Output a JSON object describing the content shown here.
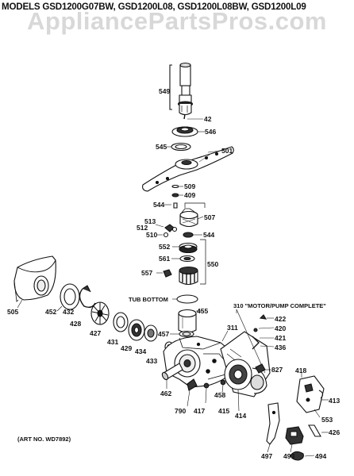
{
  "header": {
    "models": "MODELS GSD1200G07BW, GSD1200L08, GSD1200L08BW, GSD1200L09",
    "watermark": "AppliancePartsPros.com"
  },
  "labels": {
    "art_no": "(ART NO. WD7892)",
    "tub_bottom": "TUB BOTTOM",
    "motor_pump": "310 \"MOTOR/PUMP COMPLETE\""
  },
  "parts": {
    "p549": "549",
    "p42": "42",
    "p546": "546",
    "p545": "545",
    "p501": "501",
    "p509": "509",
    "p409": "409",
    "p544a": "544",
    "p507": "507",
    "p513": "513",
    "p512": "512",
    "p510": "510",
    "p544b": "544",
    "p552": "552",
    "p561": "561",
    "p550": "550",
    "p557": "557",
    "p505": "505",
    "p452": "452",
    "p432": "432",
    "p428": "428",
    "p427": "427",
    "p431": "431",
    "p429": "429",
    "p434": "434",
    "p433": "433",
    "p455": "455",
    "p457": "457",
    "p311": "311",
    "p422": "422",
    "p420": "420",
    "p421": "421",
    "p436": "436",
    "p827": "827",
    "p462": "462",
    "p790": "790",
    "p417": "417",
    "p415": "415",
    "p458": "458",
    "p414": "414",
    "p418": "418",
    "p413": "413",
    "p553": "553",
    "p426": "426",
    "p497": "497",
    "p493": "493",
    "p494": "494"
  }
}
